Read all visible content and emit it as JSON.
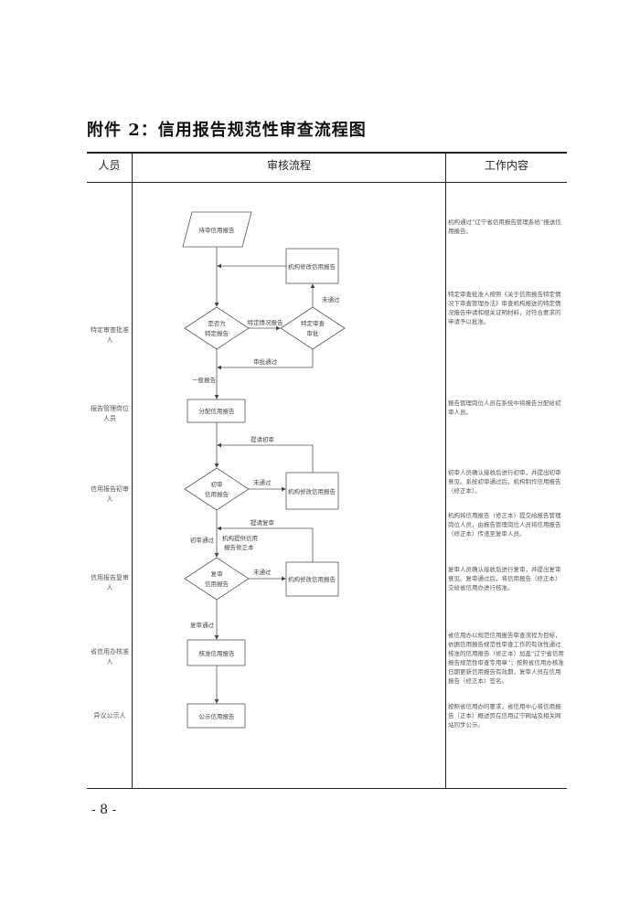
{
  "title": "附件 2：信用报告规范性审查流程图",
  "table": {
    "headers": [
      "人员",
      "审核流程",
      "工作内容"
    ],
    "roles": [
      "特定审查批准人",
      "报告管理岗位人员",
      "信用报告初审人",
      "信用报告复审人",
      "省信用办核准人",
      "异议公示人"
    ],
    "work": [
      "机构通过“辽宁省信用报告管理系统”报送信用报告。",
      "特定审查批准人按照《关于信用报告特定情况下审查管理办法》审查机构报送的特定情况报告申请和相关证明材料，对符合要求的申请予以批准。",
      "报告管理岗位人员在系统中将报告分配给初审人员。",
      "初审人员确认接收后进行初审，并提出初审意见。系统初审通过后，机构制作信用报告（修正本）。",
      "机构将信用报告（修正本）提交给报告管理岗位人员，由报告管理岗位人员将信用报告（修正本）传递至复审人员。",
      "复审人员确认接收后进行复审，并提出复审意见。复审通过后，将信用报告（修正本）交给省信用办进行核准。",
      "省信用办以规范信用报告审查流程为目标，依据信用报告规范性审查工作的有效性通过核准的信用报告（修正本）加盖“辽宁省信用报告规范性审查专用章”；按照省信用办核准日期更新信用报告有效期，复审人员在信用报告（修正本）签名。",
      "按照省信用办的要求，省信用中心将信用报告（正本）概述页在信用辽宁网站及相关网站同步公示。"
    ]
  },
  "flow": {
    "start": "待审信用报告",
    "modify": "机构修改信用报告",
    "is_special_1": "是否为",
    "is_special_2": "特定报告",
    "special_review_1": "特定审查",
    "special_review_2": "审批",
    "special_case": "特定情况报告",
    "not_passed": "未通过",
    "approved": "审批通过",
    "general": "一般报告",
    "assign": "分配信用报告",
    "submit_first": "提请初审",
    "first_review_1": "初审",
    "first_review_2": "信用报告",
    "submit_second": "提请复审",
    "first_passed": "初审通过",
    "revision_1": "机构提供信用",
    "revision_2": "报告修正本",
    "second_review_1": "复审",
    "second_review_2": "信用报告",
    "second_passed": "复审通过",
    "approve": "核准信用报告",
    "publish": "公示信用报告"
  },
  "page_number": "- 8 -"
}
